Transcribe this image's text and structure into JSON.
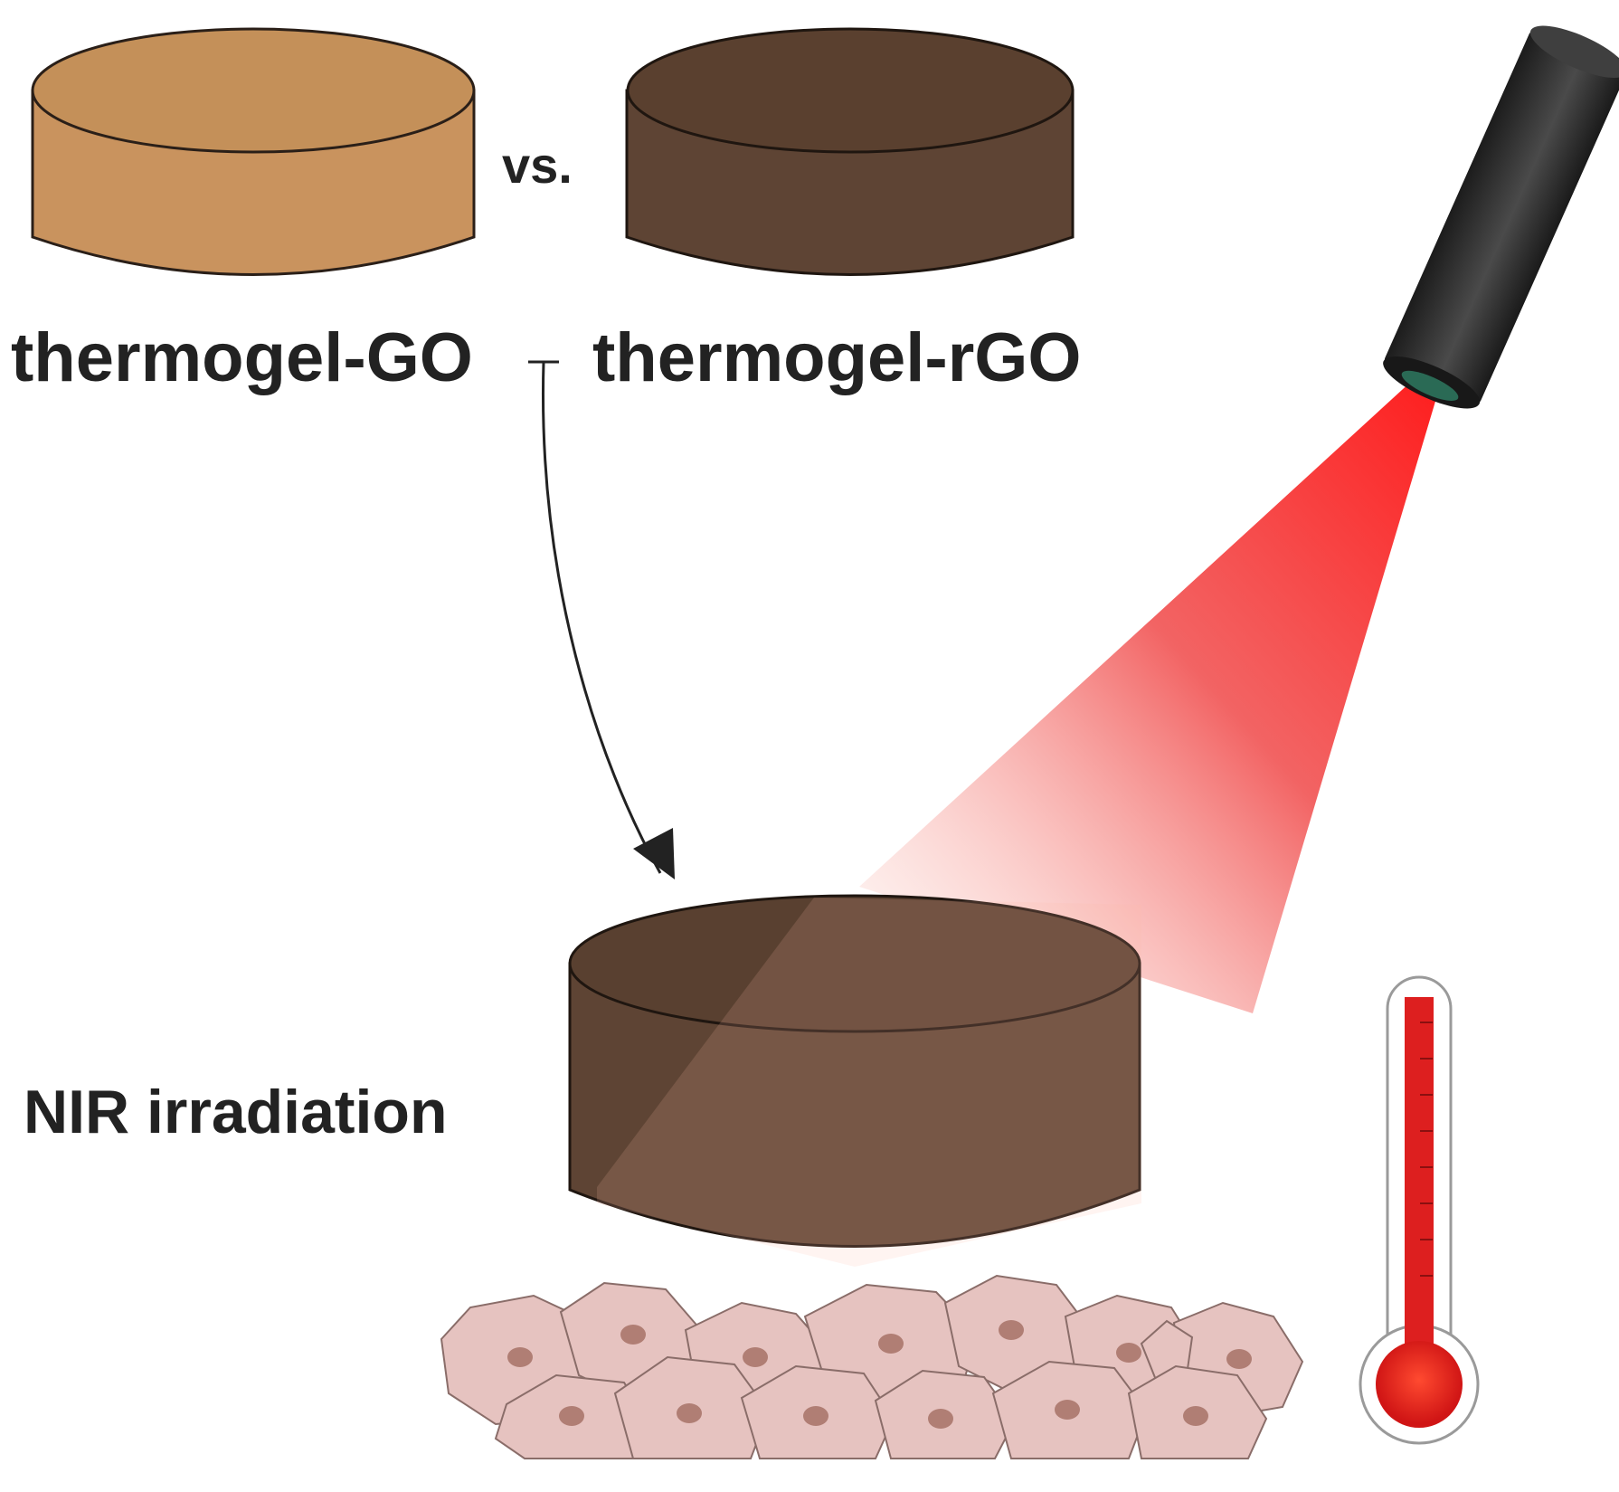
{
  "labels": {
    "sample_a": "thermogel-GO",
    "comparison": "vs.",
    "sample_b": "thermogel-rGO",
    "process": "NIR irradiation"
  },
  "colors": {
    "thermogel_go": "#c9935e",
    "thermogel_rgo": "#5e4434",
    "laser_body": "#2d2d2d",
    "laser_beam": "#ff1a1a",
    "cells": "#e6c3c0",
    "cell_nucleus": "#b07e74",
    "thermometer_fill": "#dd1f1f"
  },
  "icons": [
    "laser-pointer-icon",
    "thermometer-icon",
    "cell-layer-icon",
    "curved-arrow-icon"
  ]
}
